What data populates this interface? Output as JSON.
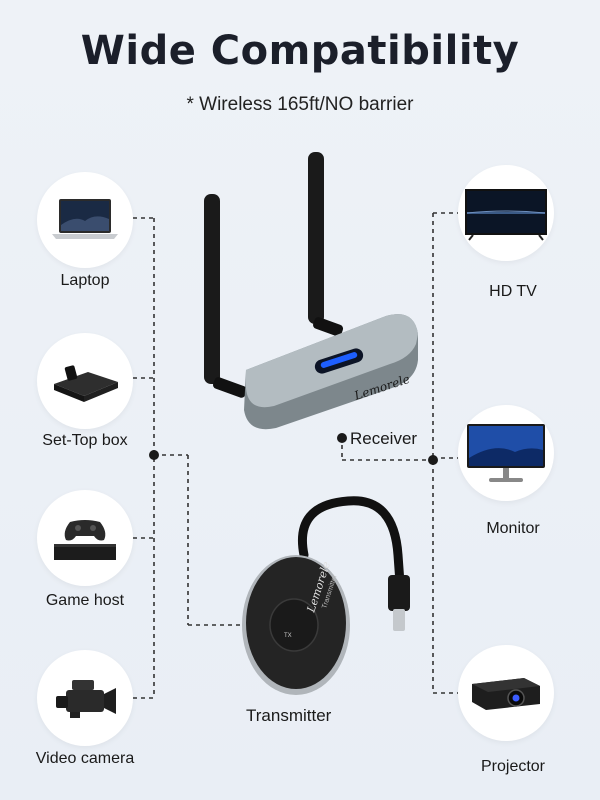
{
  "title": "Wide Compatibility",
  "subtitle": "* Wireless 165ft/NO barrier",
  "sources": [
    {
      "label": "Laptop",
      "icon": "laptop-icon"
    },
    {
      "label": "Set-Top box",
      "icon": "set-top-box-icon"
    },
    {
      "label": "Game host",
      "icon": "game-console-icon"
    },
    {
      "label": "Video camera",
      "icon": "video-camera-icon"
    }
  ],
  "displays": [
    {
      "label": "HD TV",
      "icon": "tv-icon"
    },
    {
      "label": "Monitor",
      "icon": "monitor-icon"
    },
    {
      "label": "Projector",
      "icon": "projector-icon"
    }
  ],
  "receiver": {
    "label": "Receiver",
    "brand": "Lemorele"
  },
  "transmitter": {
    "label": "Transmitter",
    "brand": "Lemorele",
    "sub": "Transmitter",
    "button": "TX"
  },
  "colors": {
    "background": "#eef2f7",
    "text": "#1a1a1a",
    "receiver_body": "#a9b3b8",
    "receiver_led": "#1e5fff",
    "transmitter_body": "#2a2a2a"
  }
}
